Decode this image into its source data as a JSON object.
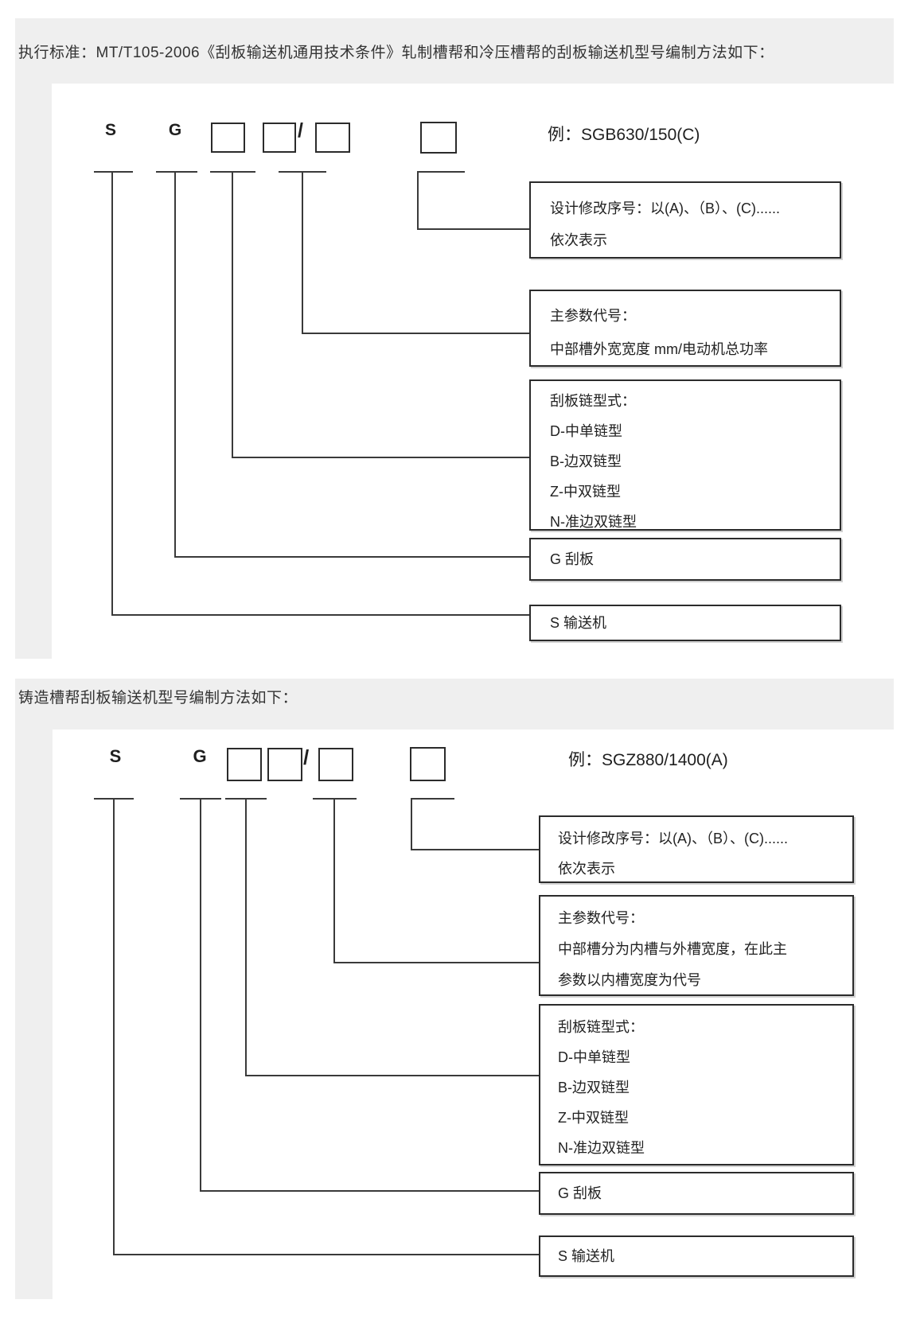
{
  "section1": {
    "header": "执行标准：MT/T105-2006《刮板输送机通用技术条件》轧制槽帮和冷压槽帮的刮板输送机型号编制方法如下：",
    "letter_s": "S",
    "letter_g": "G",
    "slash": "/",
    "example": "例：SGB630/150(C)",
    "labels": {
      "revision_line1": "设计修改序号：以(A)、（B）、(C)......",
      "revision_line2": "依次表示",
      "param_line1": "主参数代号：",
      "param_line2": "中部槽外宽宽度 mm/电动机总功率",
      "chain_title": "刮板链型式：",
      "chain_d": "D-中单链型",
      "chain_b": "B-边双链型",
      "chain_z": "Z-中双链型",
      "chain_n": "N-准边双链型",
      "g_label": "G 刮板",
      "s_label": "S 输送机"
    }
  },
  "section2": {
    "header": "铸造槽帮刮板输送机型号编制方法如下：",
    "letter_s": "S",
    "letter_g": "G",
    "slash": "/",
    "example": "例：SGZ880/1400(A)",
    "labels": {
      "revision_line1": "设计修改序号：以(A)、（B）、(C)......",
      "revision_line2": "依次表示",
      "param_line1": "主参数代号：",
      "param_line2": "中部槽分为内槽与外槽宽度，在此主",
      "param_line3": "参数以内槽宽度为代号",
      "chain_title": "刮板链型式：",
      "chain_d": "D-中单链型",
      "chain_b": "B-边双链型",
      "chain_z": "Z-中双链型",
      "chain_n": "N-准边双链型",
      "g_label": "G 刮板",
      "s_label": "S 输送机"
    }
  },
  "colors": {
    "section_background": "#efefef",
    "line_color": "#3a3a3a",
    "text_color": "#222222"
  }
}
